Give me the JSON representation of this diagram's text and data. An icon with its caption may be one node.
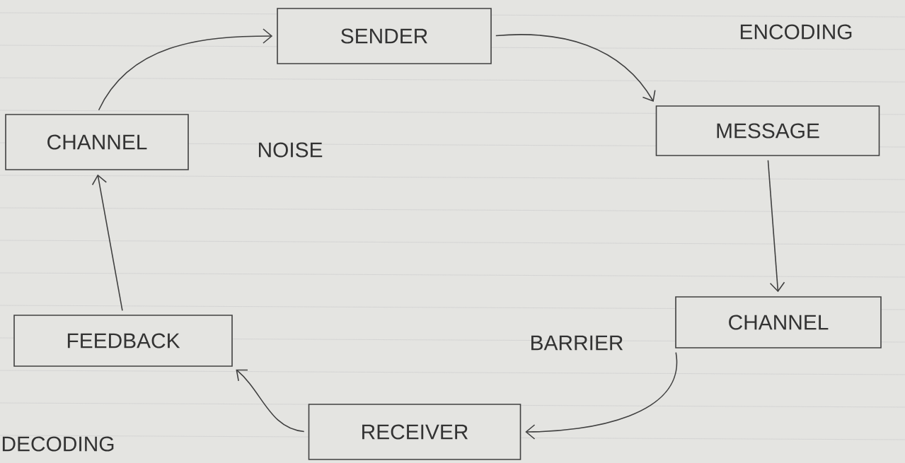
{
  "diagram": {
    "nodes": [
      {
        "text": [
          "SENDER"
        ]
      },
      {
        "text": [
          "MESSAGE"
        ]
      },
      {
        "text": [
          "CHANNEL"
        ]
      },
      {
        "text": [
          "RECEIVER"
        ]
      },
      {
        "text": [
          "FEEDBACK"
        ]
      },
      {
        "text": [
          "CHANNEL"
        ]
      }
    ],
    "edges": [
      {
        "from": 0,
        "to": 1,
        "arrow": "to"
      },
      {
        "from": 1,
        "to": 2,
        "arrow": "to"
      },
      {
        "from": 2,
        "to": 3,
        "arrow": "to"
      },
      {
        "from": 3,
        "to": 4,
        "arrow": "to"
      },
      {
        "from": 4,
        "to": 5,
        "arrow": "to"
      },
      {
        "from": 5,
        "to": 0,
        "arrow": "to"
      }
    ],
    "labels": [
      "ENCODING",
      "NOISE",
      "BARRIER",
      "DECODING"
    ]
  }
}
